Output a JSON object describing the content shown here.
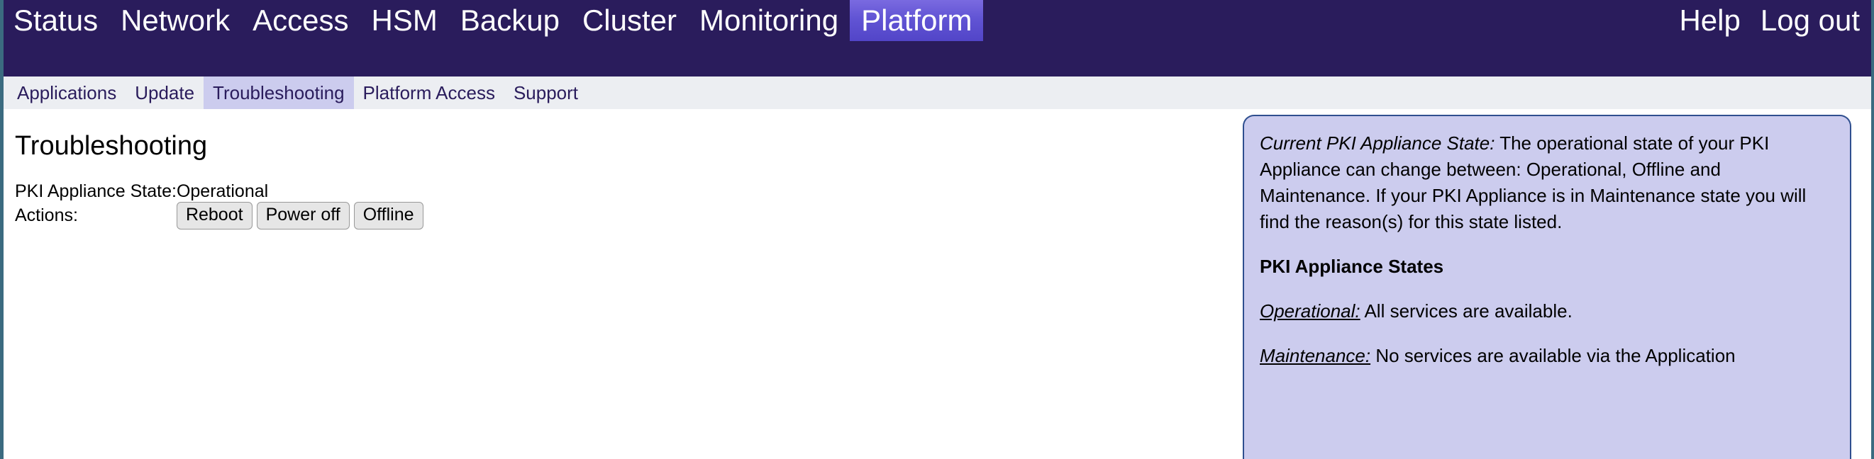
{
  "topnav": {
    "items": [
      {
        "label": "Status",
        "active": false
      },
      {
        "label": "Network",
        "active": false
      },
      {
        "label": "Access",
        "active": false
      },
      {
        "label": "HSM",
        "active": false
      },
      {
        "label": "Backup",
        "active": false
      },
      {
        "label": "Cluster",
        "active": false
      },
      {
        "label": "Monitoring",
        "active": false
      },
      {
        "label": "Platform",
        "active": true
      }
    ],
    "right_items": [
      {
        "label": "Help"
      },
      {
        "label": "Log out"
      }
    ],
    "background_color": "#2a1c5c",
    "active_color": "#6154d4"
  },
  "subnav": {
    "items": [
      {
        "label": "Applications",
        "active": false
      },
      {
        "label": "Update",
        "active": false
      },
      {
        "label": "Troubleshooting",
        "active": true
      },
      {
        "label": "Platform Access",
        "active": false
      },
      {
        "label": "Support",
        "active": false
      }
    ],
    "background_color": "#eceef2",
    "active_color": "#ccccee",
    "text_color": "#2a1c5c"
  },
  "main": {
    "page_title": "Troubleshooting",
    "state_label": "PKI Appliance State:",
    "state_value": "Operational",
    "actions_label": "Actions:",
    "actions": [
      {
        "label": "Reboot"
      },
      {
        "label": "Power off"
      },
      {
        "label": "Offline"
      }
    ]
  },
  "info_panel": {
    "background_color": "#ccccee",
    "border_color": "#2f4f8f",
    "para1_heading": "Current PKI Appliance State:",
    "para1_body": " The operational state of your PKI Appliance can change between: Operational, Offline and Maintenance. If your PKI Appliance is in Maintenance state you will find the reason(s) for this state listed.",
    "para2_heading": "PKI Appliance States",
    "para3_heading": "Operational:",
    "para3_body": " All services are available.",
    "para4_heading": "Maintenance:",
    "para4_body": " No services are available via the Application"
  }
}
